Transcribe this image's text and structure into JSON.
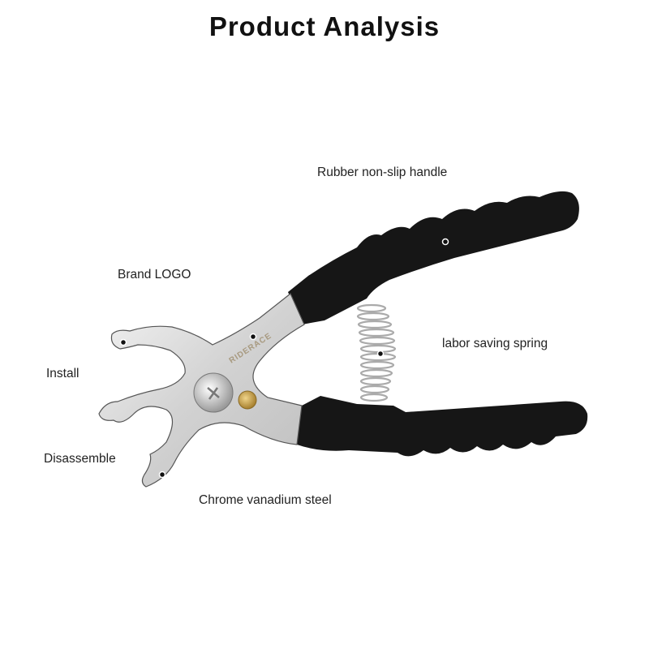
{
  "title": "Product Analysis",
  "brand_logo_text": "RIDERACE",
  "labels": {
    "rubber_handle": "Rubber non-slip handle",
    "brand_logo": "Brand LOGO",
    "install": "Install",
    "labor_spring": "labor saving spring",
    "disassemble": "Disassemble",
    "chrome_steel": "Chrome vanadium steel"
  },
  "colors": {
    "handle": "#151515",
    "steel": "#d9d9d9",
    "brass": "#c9a24a",
    "text": "#222222"
  }
}
